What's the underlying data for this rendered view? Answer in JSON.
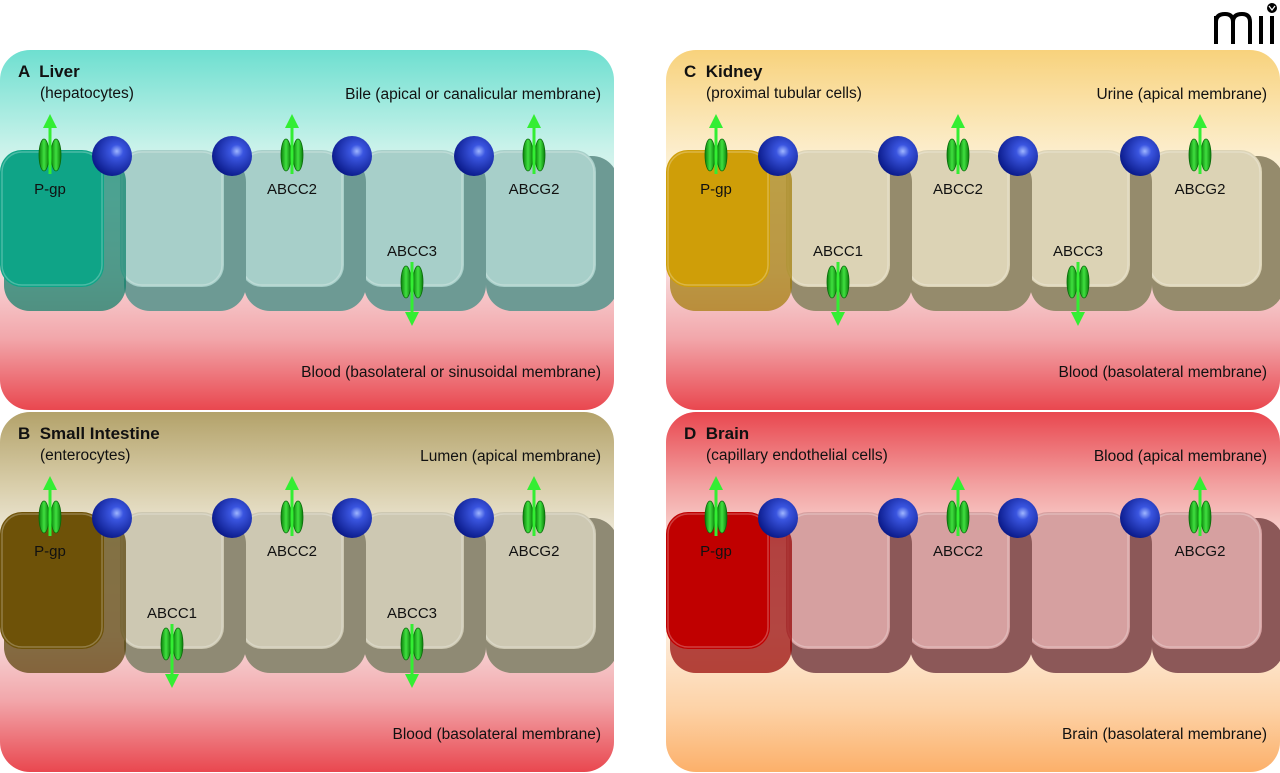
{
  "logo": {
    "text": "mi",
    "icon": "journal-logo-icon"
  },
  "colors": {
    "transporter": "#1ec71e",
    "arrow": "#33ee33",
    "tight_junction": "#1a2fbf"
  },
  "panels": [
    {
      "id": "A",
      "letter": "A",
      "organ": "Liver",
      "title": "A  Liver",
      "cell_type": "(hepatocytes)",
      "apical_label": "Bile (apical or canalicular membrane)",
      "basolateral_label": "Blood (basolateral or sinusoidal membrane)",
      "first_cell_color": "#0fa487",
      "cell_color": "#a7cfc9",
      "cell_shade": "#6d9a94",
      "apical_transporters": [
        {
          "name": "P-gp",
          "cell": 0,
          "direction": "up"
        },
        {
          "name": "ABCC2",
          "cell": 2,
          "direction": "up"
        },
        {
          "name": "ABCG2",
          "cell": 4,
          "direction": "up"
        }
      ],
      "basolateral_transporters": [
        {
          "name": "ABCC3",
          "cell": 3,
          "direction": "down"
        }
      ]
    },
    {
      "id": "B",
      "letter": "B",
      "organ": "Small Intestine",
      "title": "B  Small Intestine",
      "cell_type": "(enterocytes)",
      "apical_label": "Lumen (apical membrane)",
      "basolateral_label": "Blood (basolateral membrane)",
      "first_cell_color": "#6e5208",
      "cell_color": "#cdc8b2",
      "cell_shade": "#8f8a74",
      "apical_transporters": [
        {
          "name": "P-gp",
          "cell": 0,
          "direction": "up"
        },
        {
          "name": "ABCC2",
          "cell": 2,
          "direction": "up"
        },
        {
          "name": "ABCG2",
          "cell": 4,
          "direction": "up"
        }
      ],
      "basolateral_transporters": [
        {
          "name": "ABCC1",
          "cell": 1,
          "direction": "down"
        },
        {
          "name": "ABCC3",
          "cell": 3,
          "direction": "down"
        }
      ]
    },
    {
      "id": "C",
      "letter": "C",
      "organ": "Kidney",
      "title": "C  Kidney",
      "cell_type": "(proximal tubular cells)",
      "apical_label": "Urine (apical membrane)",
      "basolateral_label": "Blood (basolateral membrane)",
      "first_cell_color": "#cf9e08",
      "cell_color": "#dcd3b5",
      "cell_shade": "#958b6c",
      "apical_transporters": [
        {
          "name": "P-gp",
          "cell": 0,
          "direction": "up"
        },
        {
          "name": "ABCC2",
          "cell": 2,
          "direction": "up"
        },
        {
          "name": "ABCG2",
          "cell": 4,
          "direction": "up"
        }
      ],
      "basolateral_transporters": [
        {
          "name": "ABCC1",
          "cell": 1,
          "direction": "down"
        },
        {
          "name": "ABCC3",
          "cell": 3,
          "direction": "down"
        }
      ]
    },
    {
      "id": "D",
      "letter": "D",
      "organ": "Brain",
      "title": "D  Brain",
      "cell_type": "(capillary endothelial cells)",
      "apical_label": "Blood (apical membrane)",
      "basolateral_label": "Brain (basolateral membrane)",
      "first_cell_color": "#c00000",
      "cell_color": "#d6a0a0",
      "cell_shade": "#8c5858",
      "apical_transporters": [
        {
          "name": "P-gp",
          "cell": 0,
          "direction": "up"
        },
        {
          "name": "ABCC2",
          "cell": 2,
          "direction": "up"
        },
        {
          "name": "ABCG2",
          "cell": 4,
          "direction": "up"
        }
      ],
      "basolateral_transporters": []
    }
  ]
}
